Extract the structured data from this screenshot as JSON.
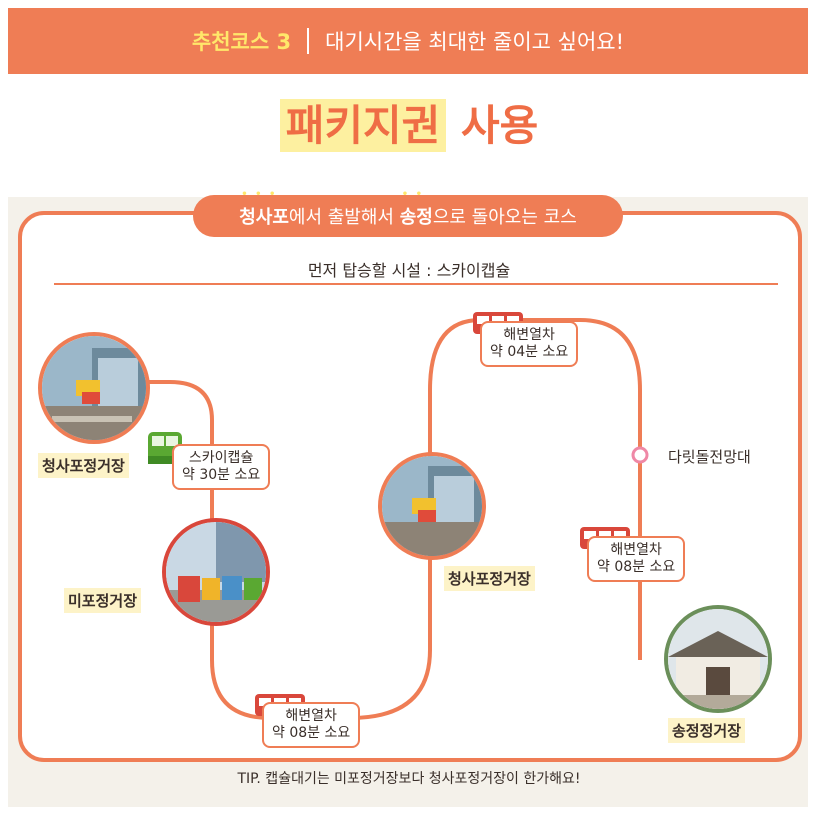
{
  "header": {
    "course": "추천코스 3",
    "subtitle": "대기시간을 최대한 줄이고 싶어요!"
  },
  "title": {
    "highlight": "패키지권",
    "rest": "사용"
  },
  "course_pill": {
    "part1": "청사포",
    "part2": "에서 출발해서 ",
    "part3": "송정",
    "part4": "으로 돌아오는 코스"
  },
  "first_facility": "먼저 탑승할 시설 : 스카이캡슐",
  "stations": {
    "cheongsapo_1": "청사포정거장",
    "mipo": "미포정거장",
    "cheongsapo_2": "청사포정거장",
    "songjeong": "송정정거장",
    "darit_dol": "다릿돌전망대"
  },
  "legs": {
    "skycapsule": {
      "line1": "스카이캡슐",
      "line2": "약 30분 소요"
    },
    "train_08_bottom": {
      "line1": "해변열차",
      "line2": "약 08분 소요"
    },
    "train_04": {
      "line1": "해변열차",
      "line2": "약 04분 소요"
    },
    "train_08_right": {
      "line1": "해변열차",
      "line2": "약 08분 소요"
    }
  },
  "tip": "TIP. 캡슐대기는 미포정거장보다 청사포정거장이 한가해요!",
  "colors": {
    "accent": "#ef7d55",
    "highlight": "#fdf0a0",
    "train_red": "#d9473b",
    "capsule_green": "#5aa832"
  }
}
